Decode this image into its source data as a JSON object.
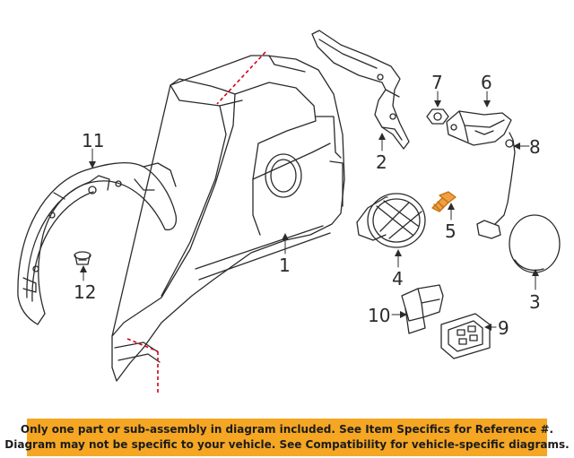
{
  "callouts": {
    "c1": "1",
    "c2": "2",
    "c3": "3",
    "c4": "4",
    "c5": "5",
    "c6": "6",
    "c7": "7",
    "c8": "8",
    "c9": "9",
    "c10": "10",
    "c11": "11",
    "c12": "12"
  },
  "banner": {
    "line1": "Only one part or sub-assembly in diagram included. See Item Specifics for Reference #.",
    "line2": "Diagram may not be specific to your vehicle. See Compatibility for vehicle-specific diagrams."
  },
  "colors": {
    "line": "#2b2b2b",
    "cut_line": "#d0021b",
    "banner_bg": "#f5a623"
  }
}
